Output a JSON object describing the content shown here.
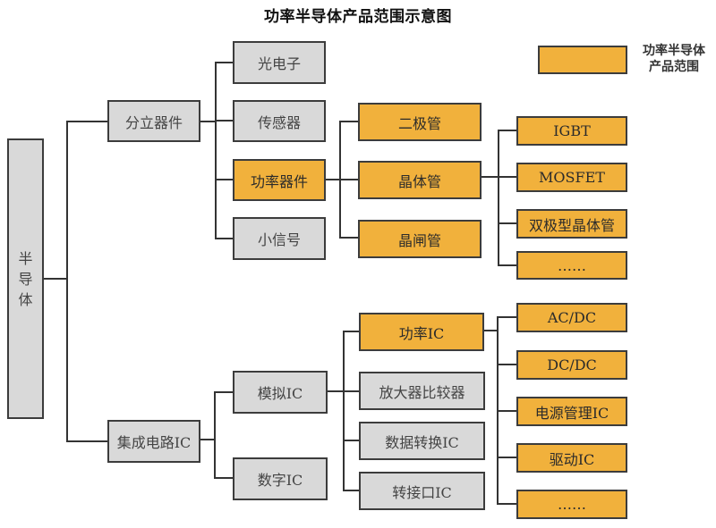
{
  "title": "功率半导体产品范围示意图",
  "legend": {
    "swatch_color": "#f1b13c",
    "label_line1": "功率半导体",
    "label_line2": "产品范围"
  },
  "colors": {
    "highlight": "#f1b13c",
    "normal": "#d9d9d9",
    "border": "#3c3c3c"
  },
  "tree": {
    "root": {
      "label": "半导体",
      "chars": [
        "半",
        "导",
        "体"
      ],
      "highlighted": false
    },
    "discrete": {
      "label": "分立器件",
      "highlighted": false,
      "children": [
        {
          "label": "光电子",
          "highlighted": false
        },
        {
          "label": "传感器",
          "highlighted": false
        },
        {
          "label": "功率器件",
          "highlighted": true
        },
        {
          "label": "小信号",
          "highlighted": false
        }
      ],
      "power_devices": [
        {
          "label": "二极管",
          "highlighted": true
        },
        {
          "label": "晶体管",
          "highlighted": true
        },
        {
          "label": "晶闸管",
          "highlighted": true
        }
      ],
      "transistors": [
        {
          "label": "IGBT",
          "highlighted": true
        },
        {
          "label": "MOSFET",
          "highlighted": true
        },
        {
          "label": "双极型晶体管",
          "highlighted": true
        },
        {
          "label": "……",
          "highlighted": true
        }
      ]
    },
    "ic": {
      "label": "集成电路IC",
      "highlighted": false,
      "children": [
        {
          "label": "模拟IC",
          "highlighted": false
        },
        {
          "label": "数字IC",
          "highlighted": false
        }
      ],
      "analog": [
        {
          "label": "功率IC",
          "highlighted": true
        },
        {
          "label": "放大器比较器",
          "highlighted": false
        },
        {
          "label": "数据转换IC",
          "highlighted": false
        },
        {
          "label": "转接口IC",
          "highlighted": false
        }
      ],
      "power_ic": [
        {
          "label": "AC/DC",
          "highlighted": true
        },
        {
          "label": "DC/DC",
          "highlighted": true
        },
        {
          "label": "电源管理IC",
          "highlighted": true
        },
        {
          "label": "驱动IC",
          "highlighted": true
        },
        {
          "label": "……",
          "highlighted": true
        }
      ]
    }
  }
}
